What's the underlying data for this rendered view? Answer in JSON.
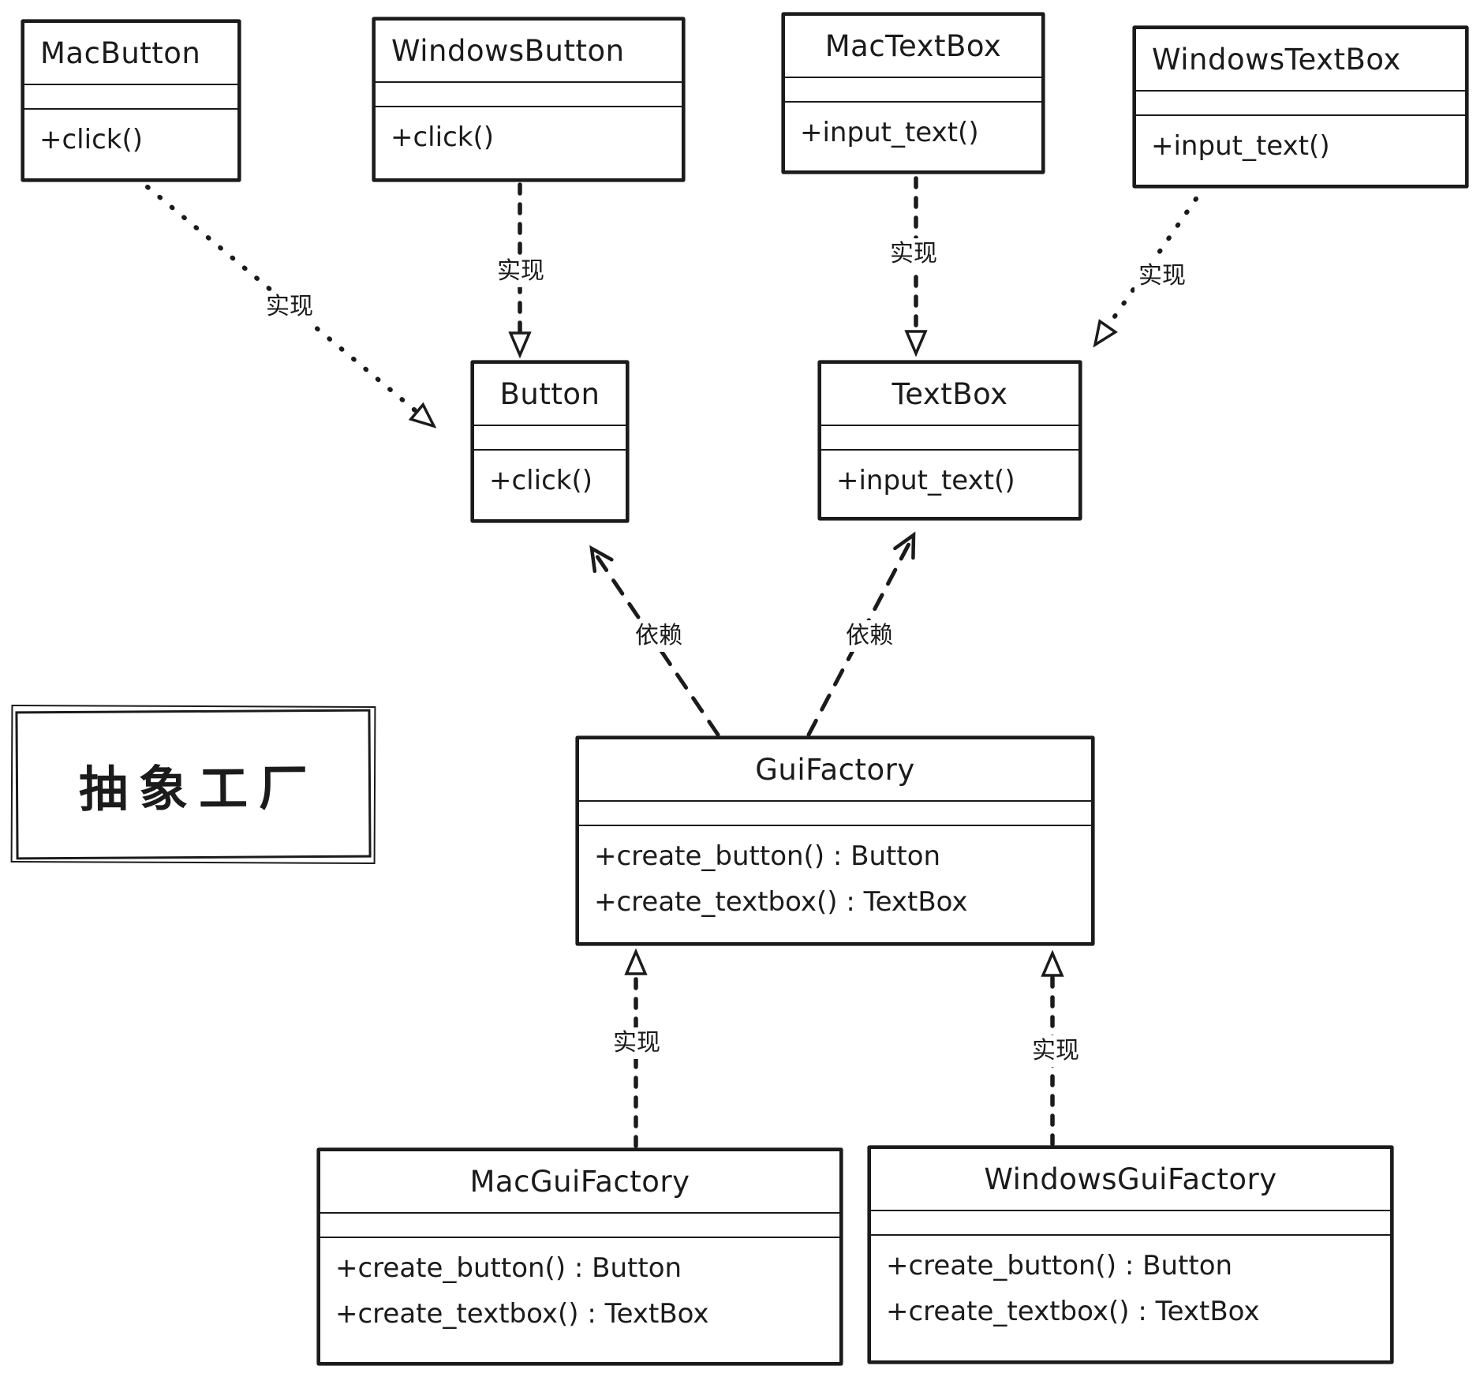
{
  "diagram": {
    "caption": "抽象工厂",
    "classes": [
      {
        "name": "MacButton",
        "attributes": [],
        "methods": [
          "+click()"
        ]
      },
      {
        "name": "WindowsButton",
        "attributes": [],
        "methods": [
          "+click()"
        ]
      },
      {
        "name": "MacTextBox",
        "attributes": [],
        "methods": [
          "+input_text()"
        ]
      },
      {
        "name": "WindowsTextBox",
        "attributes": [],
        "methods": [
          "+input_text()"
        ]
      },
      {
        "name": "Button",
        "attributes": [],
        "methods": [
          "+click()"
        ]
      },
      {
        "name": "TextBox",
        "attributes": [],
        "methods": [
          "+input_text()"
        ]
      },
      {
        "name": "GuiFactory",
        "attributes": [],
        "methods": [
          "+create_button() : Button",
          "+create_textbox() : TextBox"
        ]
      },
      {
        "name": "MacGuiFactory",
        "attributes": [],
        "methods": [
          "+create_button() : Button",
          "+create_textbox() : TextBox"
        ]
      },
      {
        "name": "WindowsGuiFactory",
        "attributes": [],
        "methods": [
          "+create_button() : Button",
          "+create_textbox() : TextBox"
        ]
      }
    ],
    "edges": [
      {
        "from": "MacButton",
        "to": "Button",
        "type": "realization",
        "label": "实现"
      },
      {
        "from": "WindowsButton",
        "to": "Button",
        "type": "realization",
        "label": "实现"
      },
      {
        "from": "MacTextBox",
        "to": "TextBox",
        "type": "realization",
        "label": "实现"
      },
      {
        "from": "WindowsTextBox",
        "to": "TextBox",
        "type": "realization",
        "label": "实现"
      },
      {
        "from": "GuiFactory",
        "to": "Button",
        "type": "dependency",
        "label": "依赖"
      },
      {
        "from": "GuiFactory",
        "to": "TextBox",
        "type": "dependency",
        "label": "依赖"
      },
      {
        "from": "MacGuiFactory",
        "to": "GuiFactory",
        "type": "realization",
        "label": "实现"
      },
      {
        "from": "WindowsGuiFactory",
        "to": "GuiFactory",
        "type": "realization",
        "label": "实现"
      }
    ],
    "colors": {
      "stroke": "#1b1b1b",
      "background": "#ffffff"
    }
  }
}
